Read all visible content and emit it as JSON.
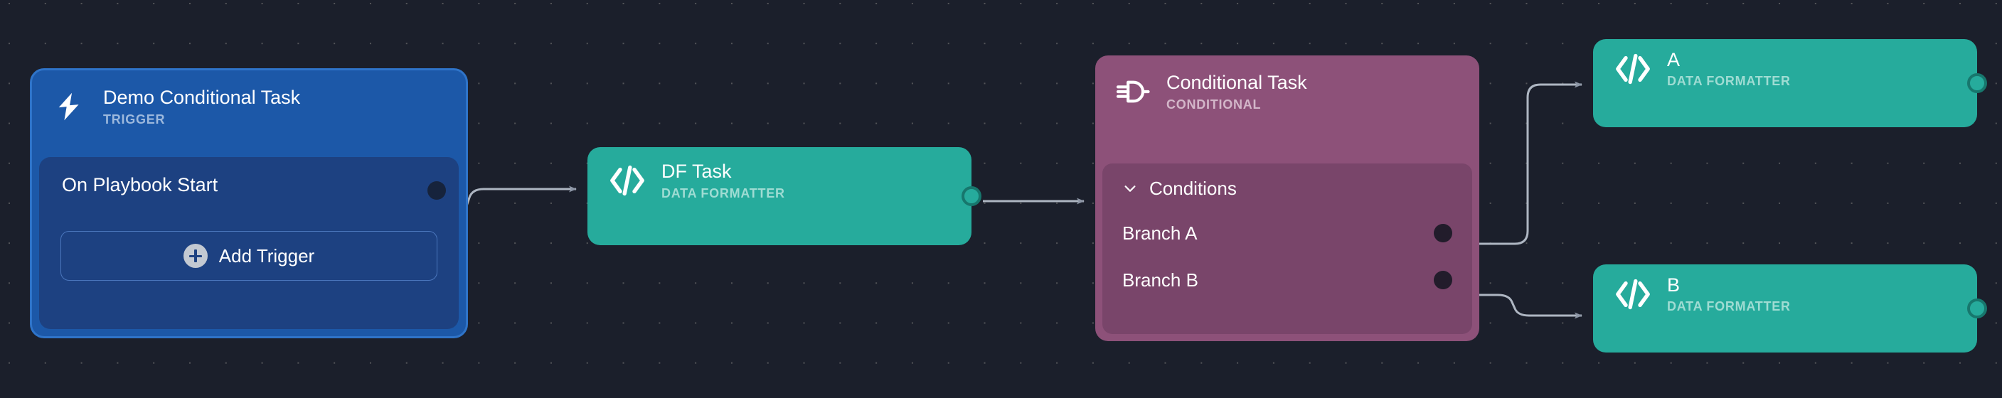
{
  "canvas": {
    "background_color": "#1b1f2b",
    "grid": "dot-grid"
  },
  "colors": {
    "trigger_header": "#1c58a8",
    "trigger_body": "#1d4181",
    "trigger_border": "#2f74c9",
    "data_formatter": "#26ab9c",
    "conditional_header": "#8d5179",
    "conditional_body": "#79456a",
    "edge": "#aeb6c2",
    "arrow": "#8d96a6"
  },
  "nodes": {
    "trigger": {
      "title": "Demo Conditional Task",
      "subtitle": "TRIGGER",
      "icon": "lightning-bolt-icon",
      "row_label": "On Playbook Start",
      "add_button_label": "Add Trigger",
      "add_button_icon": "plus-circle-icon",
      "output_port": "trigger-output-port"
    },
    "df_task": {
      "title": "DF Task",
      "subtitle": "DATA FORMATTER",
      "icon": "code-brackets-icon",
      "output_port": "df-task-output-port"
    },
    "conditional": {
      "title": "Conditional Task",
      "subtitle": "CONDITIONAL",
      "icon": "logic-gate-icon",
      "conditions_label": "Conditions",
      "conditions_expanded": true,
      "chevron": "chevron-down-icon",
      "branches": [
        {
          "label": "Branch A",
          "port": "branch-a-output-port"
        },
        {
          "label": "Branch B",
          "port": "branch-b-output-port"
        }
      ]
    },
    "node_a": {
      "title": "A",
      "subtitle": "DATA FORMATTER",
      "icon": "code-brackets-icon",
      "output_port": "node-a-output-port"
    },
    "node_b": {
      "title": "B",
      "subtitle": "DATA FORMATTER",
      "icon": "code-brackets-icon",
      "output_port": "node-b-output-port"
    }
  },
  "edges": [
    {
      "from": "trigger",
      "to": "df_task"
    },
    {
      "from": "df_task",
      "to": "conditional"
    },
    {
      "from": "branch_a",
      "to": "node_a"
    },
    {
      "from": "branch_b",
      "to": "node_b"
    }
  ]
}
